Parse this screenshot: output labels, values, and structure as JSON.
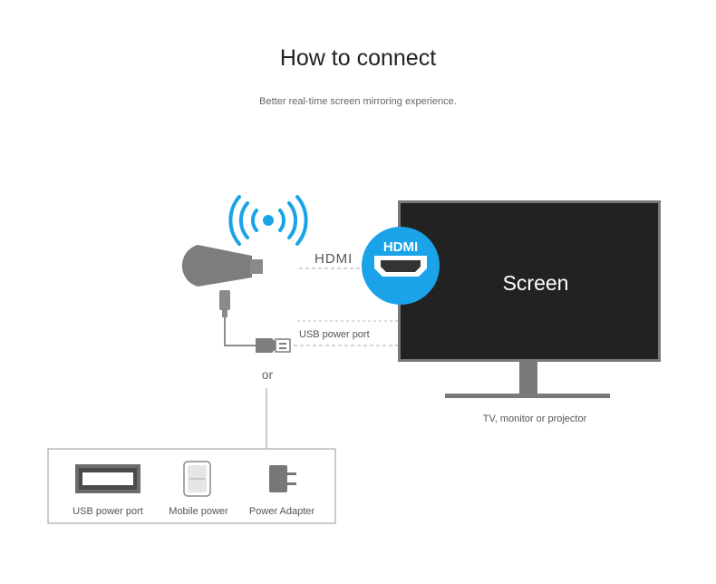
{
  "header": {
    "title": "How to connect",
    "subtitle": "Better real-time screen mirroring experience."
  },
  "diagram": {
    "hdmi_label": "HDMI",
    "hdmi_badge": "HDMI",
    "usb_port_label": "USB power port",
    "or_label": "or",
    "screen_label": "Screen",
    "display_caption": "TV, monitor or projector",
    "power_options": [
      {
        "label": "USB power port",
        "icon": "usb-port-icon"
      },
      {
        "label": "Mobile power",
        "icon": "power-bank-icon"
      },
      {
        "label": "Power Adapter",
        "icon": "power-adapter-icon"
      }
    ],
    "colors": {
      "accent": "#1aa3e8",
      "screen": "#222222",
      "frame": "#7a7a7a",
      "dongle": "#7d7d7d",
      "line": "#9a9a9a"
    }
  }
}
